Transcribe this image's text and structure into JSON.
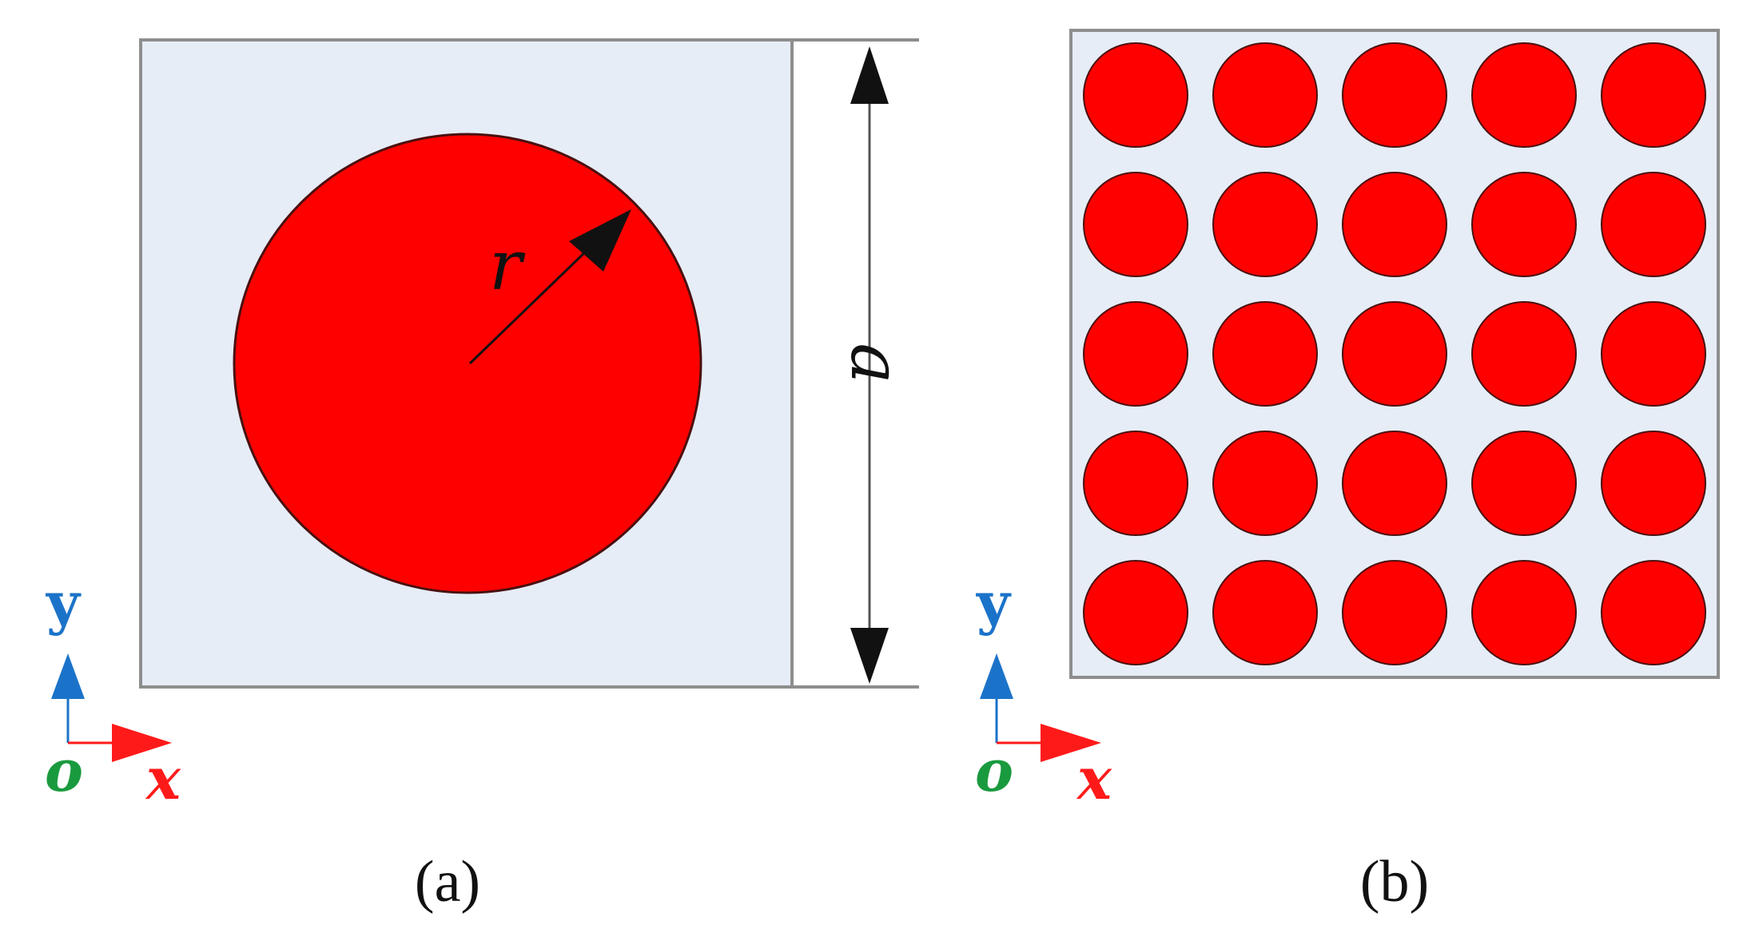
{
  "figure": {
    "panel_a": {
      "radius_label": "r",
      "lattice_constant_label": "a",
      "caption": "(a)"
    },
    "panel_b": {
      "lattice_rows": 5,
      "lattice_cols": 5,
      "caption": "(b)"
    },
    "axes_triad": {
      "y_label": "y",
      "origin_label": "o",
      "x_label": "x"
    },
    "colors": {
      "cell_fill": "#e6edf7",
      "cell_border": "#8e8e8e",
      "scatterer": "#ff0000",
      "y_axis": "#1b73c9",
      "x_axis": "#ff1a1a",
      "origin": "#1a9a3e",
      "dimension_line": "#111111"
    }
  }
}
